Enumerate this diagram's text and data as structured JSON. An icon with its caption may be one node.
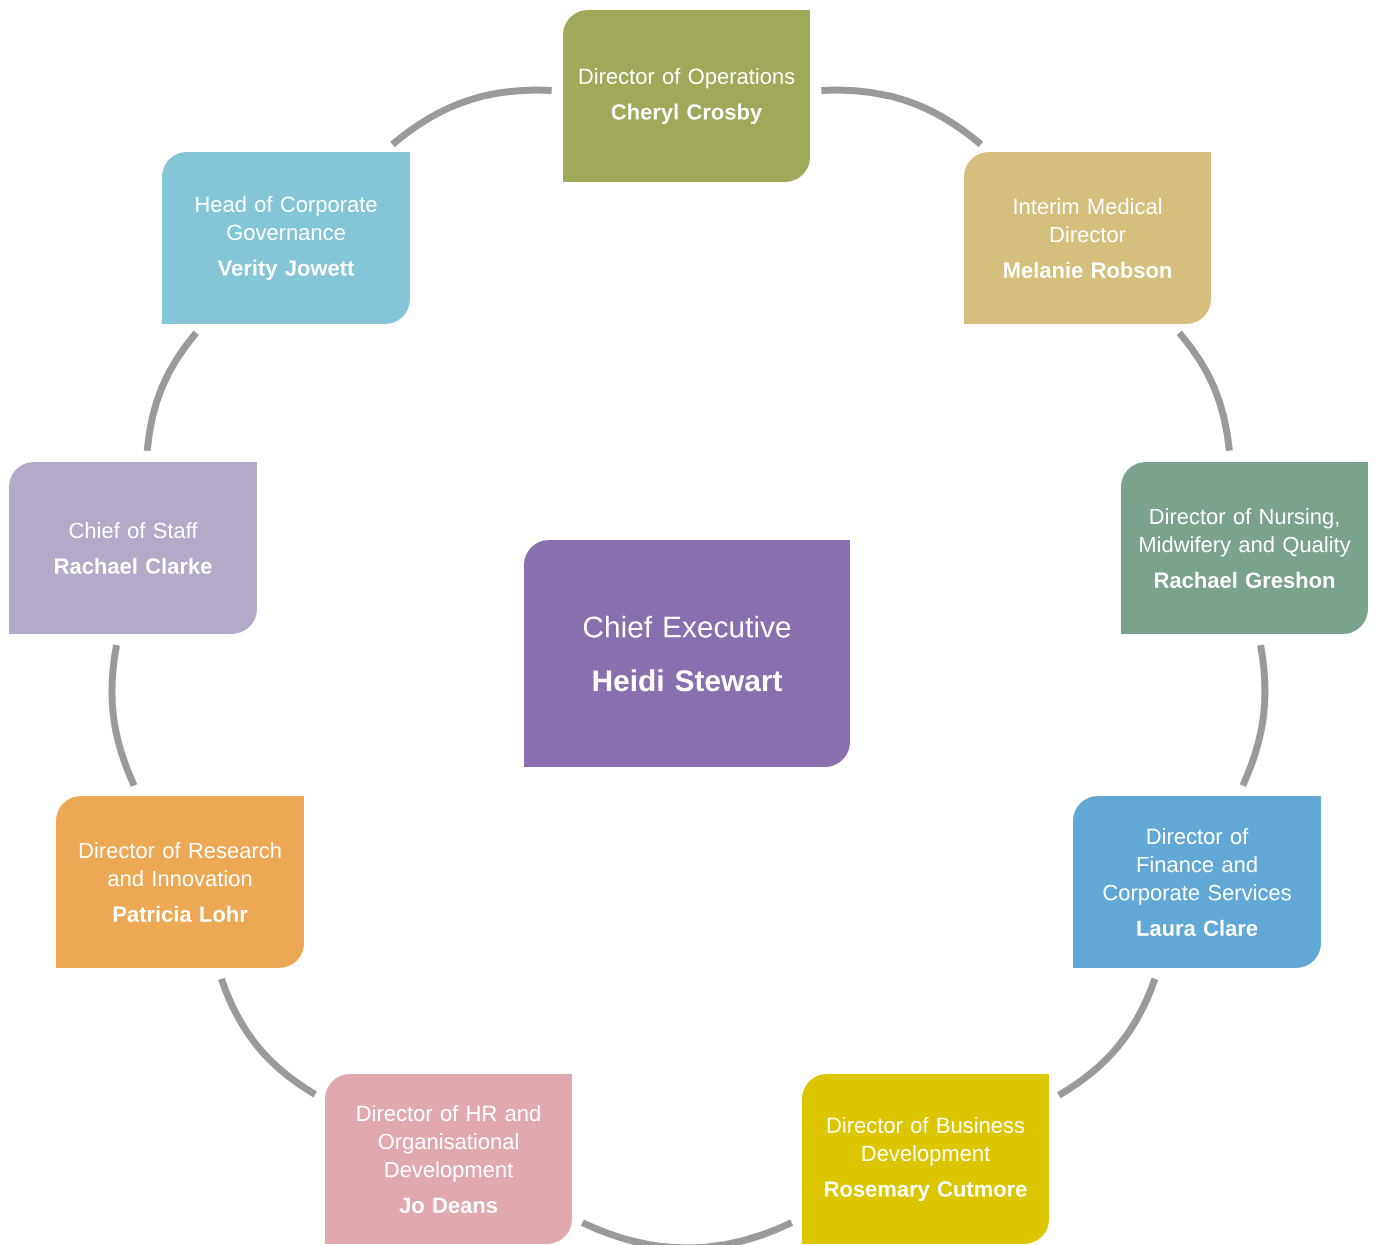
{
  "diagram": {
    "nodes": [
      {
        "text": [
          "Director of Operations",
          "Cheryl Crosby"
        ]
      },
      {
        "text": [
          "Head of Corporate Governance",
          "Verity Jowett"
        ]
      },
      {
        "text": [
          "Interim Medical Director",
          "Melanie Robson"
        ]
      },
      {
        "text": [
          "Chief of Staff",
          "Rachael Clarke"
        ]
      },
      {
        "text": [
          "Director of Nursing, Midwifery and Quality",
          "Rachael Greshon"
        ]
      },
      {
        "text": [
          "Chief Executive",
          "Heidi Stewart"
        ]
      },
      {
        "text": [
          "Director of Research and Innovation",
          "Patricia Lohr"
        ]
      },
      {
        "text": [
          "Director of Finance and Corporate Services",
          "Laura Clare"
        ]
      },
      {
        "text": [
          "Director of HR and Organisational Development",
          "Jo Deans"
        ]
      },
      {
        "text": [
          "Director of Business Development",
          "Rosemary Cutmore"
        ]
      }
    ],
    "edges": [
      {
        "from": 0,
        "to": 2,
        "arrow": "none"
      },
      {
        "from": 2,
        "to": 4,
        "arrow": "none"
      },
      {
        "from": 4,
        "to": 7,
        "arrow": "none"
      },
      {
        "from": 7,
        "to": 9,
        "arrow": "none"
      },
      {
        "from": 9,
        "to": 8,
        "arrow": "none"
      },
      {
        "from": 8,
        "to": 6,
        "arrow": "none"
      },
      {
        "from": 6,
        "to": 3,
        "arrow": "none"
      },
      {
        "from": 3,
        "to": 1,
        "arrow": "none"
      },
      {
        "from": 1,
        "to": 0,
        "arrow": "none"
      }
    ]
  }
}
